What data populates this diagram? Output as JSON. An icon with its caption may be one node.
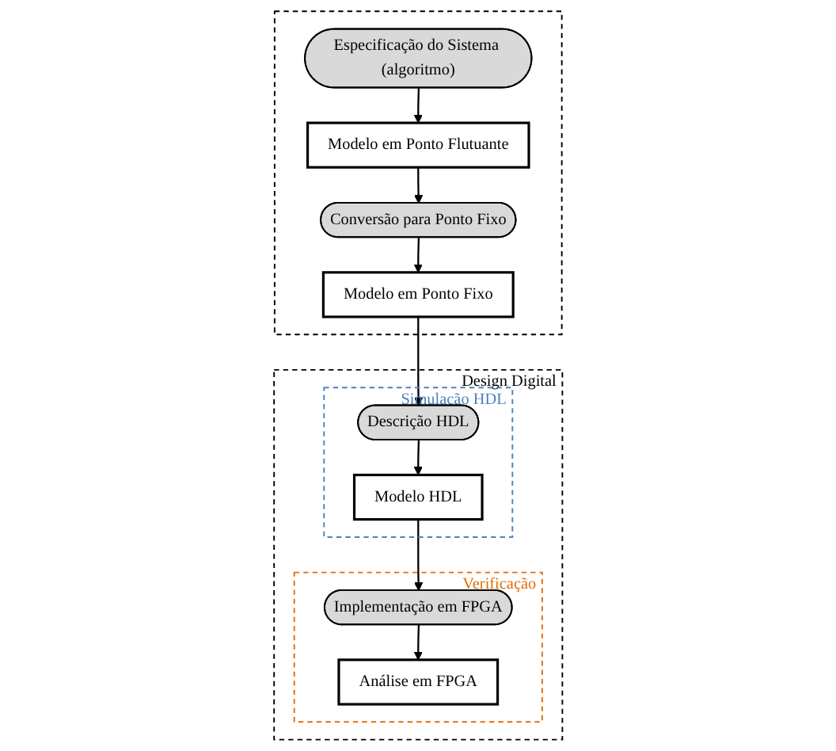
{
  "diagram": {
    "nodes": [
      {
        "text": [],
        "shape": "box"
      },
      {
        "text": [
          "Especificação do Sistema (algoritmo)"
        ],
        "in": 0
      },
      {
        "text": [
          "Modelo em Ponto Flutuante"
        ],
        "in": 0
      },
      {
        "text": [
          "Conversão para Ponto Fixo"
        ],
        "in": 0
      },
      {
        "text": [
          "Modelo em Ponto Fixo"
        ],
        "in": 0
      },
      {
        "text": [
          "Design Digital"
        ]
      },
      {
        "text": [
          "Simulação HDL"
        ],
        "in": 5
      },
      {
        "text": [
          "Descrição HDL"
        ],
        "in": 6
      },
      {
        "text": [
          "Modelo HDL"
        ],
        "in": 6
      },
      {
        "text": [
          "Verificação"
        ],
        "in": 5
      },
      {
        "text": [
          "Implementação em FPGA"
        ],
        "in": 9
      },
      {
        "text": [
          "Análise em FPGA"
        ],
        "in": 9
      }
    ],
    "edges": [
      {
        "from": 1,
        "to": 2,
        "arrow": "to"
      },
      {
        "from": 2,
        "to": 3,
        "arrow": "to"
      },
      {
        "from": 3,
        "to": 4,
        "arrow": "to"
      },
      {
        "from": 4,
        "to": 7,
        "arrow": "to"
      },
      {
        "from": 7,
        "to": 8,
        "arrow": "to"
      },
      {
        "from": 8,
        "to": 10,
        "arrow": "to"
      },
      {
        "from": 10,
        "to": 11,
        "arrow": "to"
      }
    ]
  }
}
